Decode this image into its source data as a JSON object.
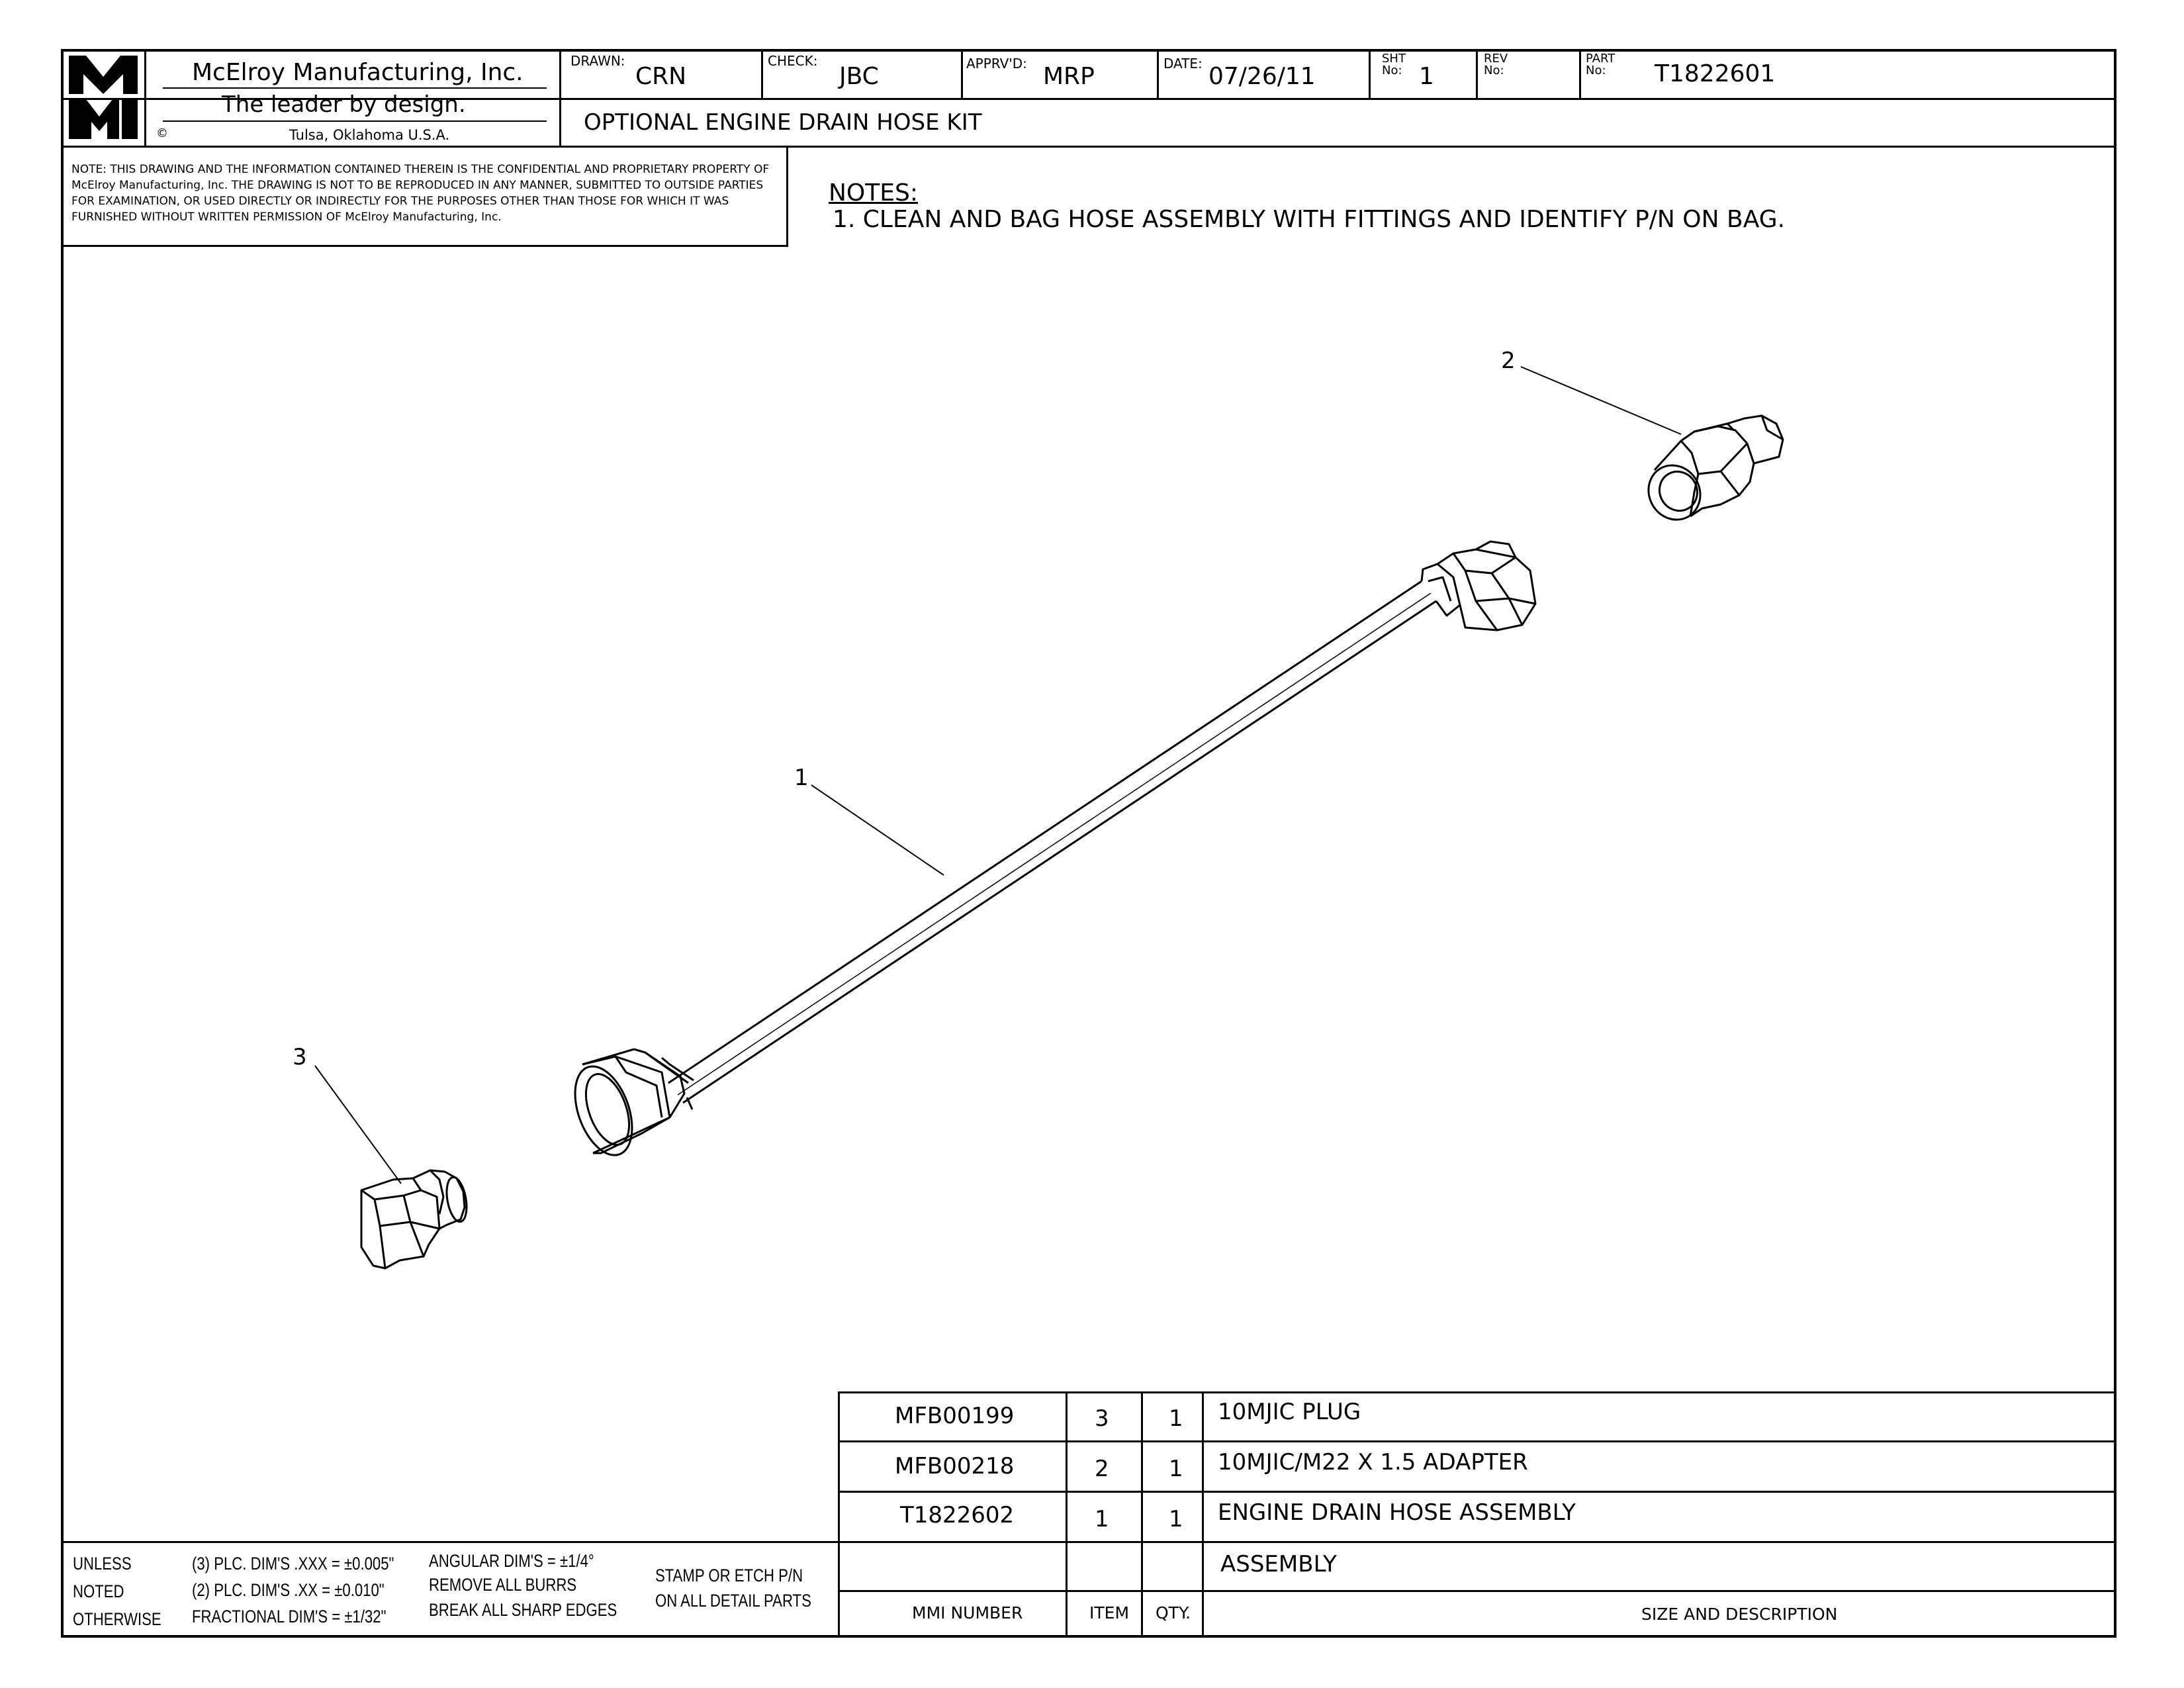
{
  "company": {
    "logo_text": "MMI",
    "name": "McElroy Manufacturing, Inc.",
    "slogan": "The leader by design.",
    "copyright": "©",
    "location": "Tulsa, Oklahoma U.S.A."
  },
  "title_block": {
    "drawn_label": "DRAWN:",
    "drawn_value": "CRN",
    "check_label": "CHECK:",
    "check_value": "JBC",
    "apprvd_label": "APPRV'D:",
    "apprvd_value": "MRP",
    "date_label": "DATE:",
    "date_value": "07/26/11",
    "sht_label_1": "SHT",
    "sht_label_2": "No:",
    "sht_value": "1",
    "rev_label_1": "REV",
    "rev_label_2": "No:",
    "rev_value": "",
    "part_label_1": "PART",
    "part_label_2": "No:",
    "part_value": "T1822601",
    "drawing_title": "OPTIONAL ENGINE DRAIN HOSE KIT"
  },
  "confidential_note": "NOTE: THIS DRAWING AND THE INFORMATION CONTAINED THEREIN IS THE CONFIDENTIAL AND PROPRIETARY PROPERTY OF McElroy Manufacturing, Inc. THE DRAWING IS NOT TO BE REPRODUCED IN ANY MANNER, SUBMITTED TO OUTSIDE PARTIES FOR EXAMINATION, OR USED DIRECTLY OR INDIRECTLY FOR THE PURPOSES OTHER THAN THOSE FOR WHICH IT WAS FURNISHED WITHOUT WRITTEN PERMISSION OF McElroy Manufacturing, Inc.",
  "notes": {
    "heading": "NOTES:",
    "items": [
      "1. CLEAN AND BAG HOSE ASSEMBLY WITH FITTINGS AND IDENTIFY P/N ON BAG."
    ]
  },
  "balloons": [
    "1",
    "2",
    "3"
  ],
  "bom": {
    "rows": [
      {
        "mmi_number": "MFB00199",
        "item": "3",
        "qty": "1",
        "description": "10MJIC PLUG"
      },
      {
        "mmi_number": "MFB00218",
        "item": "2",
        "qty": "1",
        "description": "10MJIC/M22 X 1.5 ADAPTER"
      },
      {
        "mmi_number": "T1822602",
        "item": "1",
        "qty": "1",
        "description": "ENGINE DRAIN HOSE ASSEMBLY"
      },
      {
        "mmi_number": "",
        "item": "",
        "qty": "",
        "description": "ASSEMBLY"
      }
    ],
    "headers": {
      "mmi_number": "MMI NUMBER",
      "item": "ITEM",
      "qty": "QTY.",
      "description": "SIZE AND DESCRIPTION"
    }
  },
  "tolerances": {
    "unless": "UNLESS",
    "noted": "NOTED",
    "otherwise": "OTHERWISE",
    "three_plc": "(3) PLC. DIM'S .XXX = ±0.005\"",
    "two_plc": "(2) PLC. DIM'S .XX = ±0.010\"",
    "fractional": "FRACTIONAL DIM'S = ±1/32\"",
    "angular": "ANGULAR DIM'S = ±1/4°",
    "burrs": "REMOVE ALL BURRS",
    "edges": "BREAK ALL SHARP EDGES",
    "stamp_1": "STAMP OR ETCH P/N",
    "stamp_2": "ON ALL DETAIL PARTS"
  }
}
